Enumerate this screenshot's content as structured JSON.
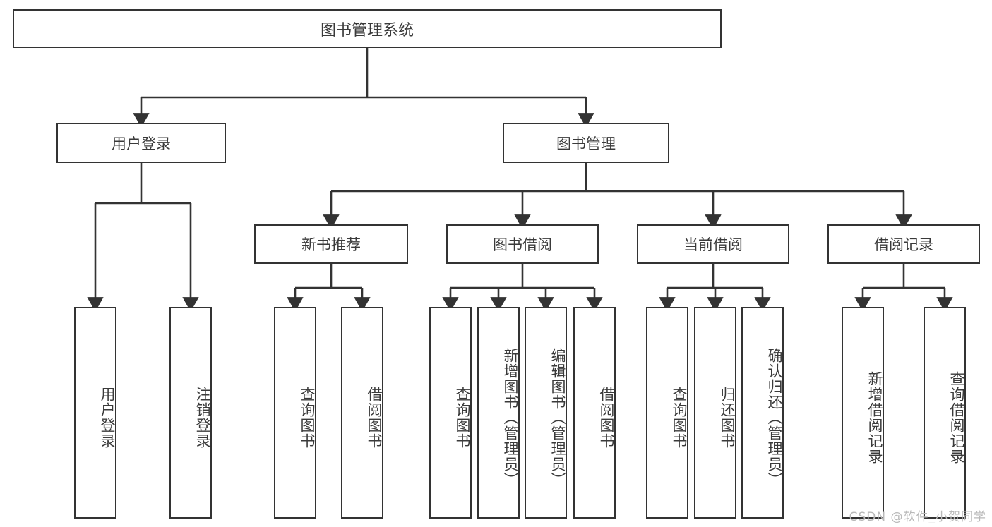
{
  "diagram": {
    "title": "图书管理系统",
    "type": "tree-hierarchy-chart",
    "root": {
      "label": "图书管理系统"
    },
    "level2": [
      {
        "label": "用户登录"
      },
      {
        "label": "图书管理"
      }
    ],
    "level3": [
      {
        "label": "新书推荐"
      },
      {
        "label": "图书借阅"
      },
      {
        "label": "当前借阅"
      },
      {
        "label": "借阅记录"
      }
    ],
    "leaves": [
      {
        "label": "用户登录"
      },
      {
        "label": "注销登录"
      },
      {
        "label": "查询图书"
      },
      {
        "label": "借阅图书"
      },
      {
        "label": "查询图书"
      },
      {
        "label": "新增图书（管理员）"
      },
      {
        "label": "编辑图书（管理员）"
      },
      {
        "label": "借阅图书"
      },
      {
        "label": "查询图书"
      },
      {
        "label": "归还图书"
      },
      {
        "label": "确认归还（管理员）"
      },
      {
        "label": "新增借阅记录"
      },
      {
        "label": "查询借阅记录"
      }
    ]
  },
  "watermark": {
    "text": "CSDN @软件_小贺同学"
  },
  "colors": {
    "stroke": "#333333",
    "text": "#3a3a3a",
    "background": "#ffffff",
    "watermark": "#b9b9b9"
  }
}
